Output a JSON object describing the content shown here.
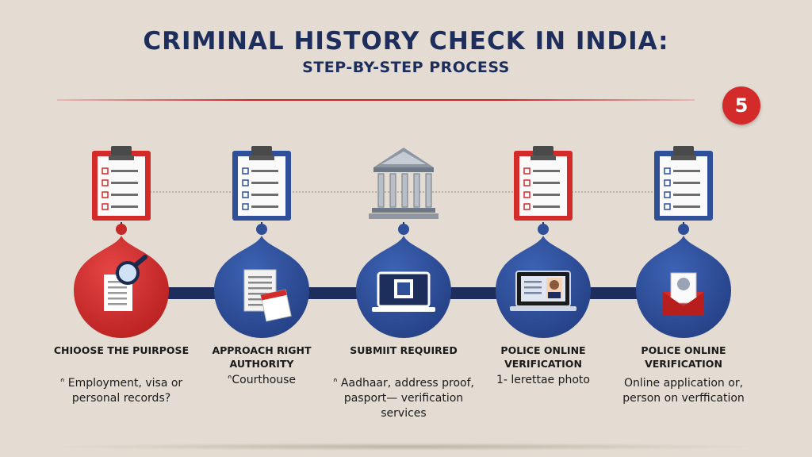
{
  "header": {
    "title": "CRIMINAL HISTORY CHECK IN INDIA:",
    "subtitle": "STEP-BY-STEP PROCESS",
    "badge": "5"
  },
  "colors": {
    "red": "#d32a2a",
    "blue": "#2f4f99",
    "navy": "#1d2d5c"
  },
  "steps": [
    {
      "label": "CHIOOSE THE PUIRPOSE",
      "desc": "ᐢ Employment, visa or personal records?",
      "color": "red",
      "top_icon": "clipboard-red-icon",
      "drop_icon": "document-magnifier-icon"
    },
    {
      "label": "APPROACH RIGHT AUTHORITY",
      "desc": "ᐢCourthouse",
      "color": "blue",
      "top_icon": "clipboard-blue-icon",
      "drop_icon": "documents-icon"
    },
    {
      "label": "SUBMIIT REQUIRED",
      "desc": "ᐢ Aadhaar, address proof, pasport— verification services",
      "color": "blue",
      "top_icon": "courthouse-icon",
      "drop_icon": "laptop-icon"
    },
    {
      "label": "POLICE ONLINE VERIFICATION",
      "desc": "1- lerettae photo",
      "color": "blue",
      "top_icon": "clipboard-red-icon",
      "drop_icon": "laptop-profile-icon"
    },
    {
      "label": "POLICE ONLINE VERIFICATION",
      "desc": "Online application or, person on verffication",
      "color": "blue",
      "top_icon": "clipboard-blue-icon",
      "drop_icon": "envelope-icon"
    }
  ]
}
